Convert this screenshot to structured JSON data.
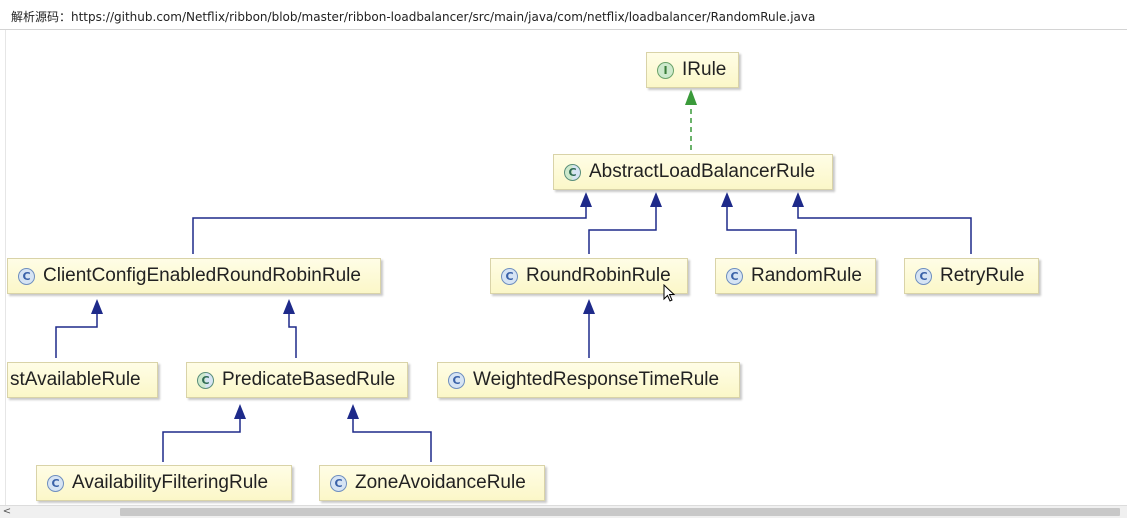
{
  "source_bar": {
    "label": "解析源码：https://github.com/Netflix/ribbon/blob/master/ribbon-loadbalancer/src/main/java/com/netflix/loadbalancer/RandomRule.java"
  },
  "diagram": {
    "nodes": {
      "irule": {
        "label": "IRule",
        "kind": "interface",
        "icon": "I"
      },
      "abstract_lb_rule": {
        "label": "AbstractLoadBalancerRule",
        "kind": "abstract-class",
        "icon": "C"
      },
      "client_config_rr_rule": {
        "label": "ClientConfigEnabledRoundRobinRule",
        "kind": "class",
        "icon": "C"
      },
      "round_robin_rule": {
        "label": "RoundRobinRule",
        "kind": "class",
        "icon": "C"
      },
      "random_rule": {
        "label": "RandomRule",
        "kind": "class",
        "icon": "C"
      },
      "retry_rule": {
        "label": "RetryRule",
        "kind": "class",
        "icon": "C"
      },
      "best_available_rule": {
        "label": "stAvailableRule",
        "kind": "class",
        "icon": ""
      },
      "predicate_based_rule": {
        "label": "PredicateBasedRule",
        "kind": "abstract-class",
        "icon": "C"
      },
      "weighted_response_time_rule": {
        "label": "WeightedResponseTimeRule",
        "kind": "class",
        "icon": "C"
      },
      "availability_filtering_rule": {
        "label": "AvailabilityFilteringRule",
        "kind": "class",
        "icon": "C"
      },
      "zone_avoidance_rule": {
        "label": "ZoneAvoidanceRule",
        "kind": "class",
        "icon": "C"
      }
    },
    "colors": {
      "extends_line": "#1e2a8a",
      "implements_line": "#3a9a3a",
      "node_fill": "#fcf9d6",
      "node_border": "#d9d3a8"
    }
  },
  "scrollbar": {
    "left_arrow": "<"
  }
}
